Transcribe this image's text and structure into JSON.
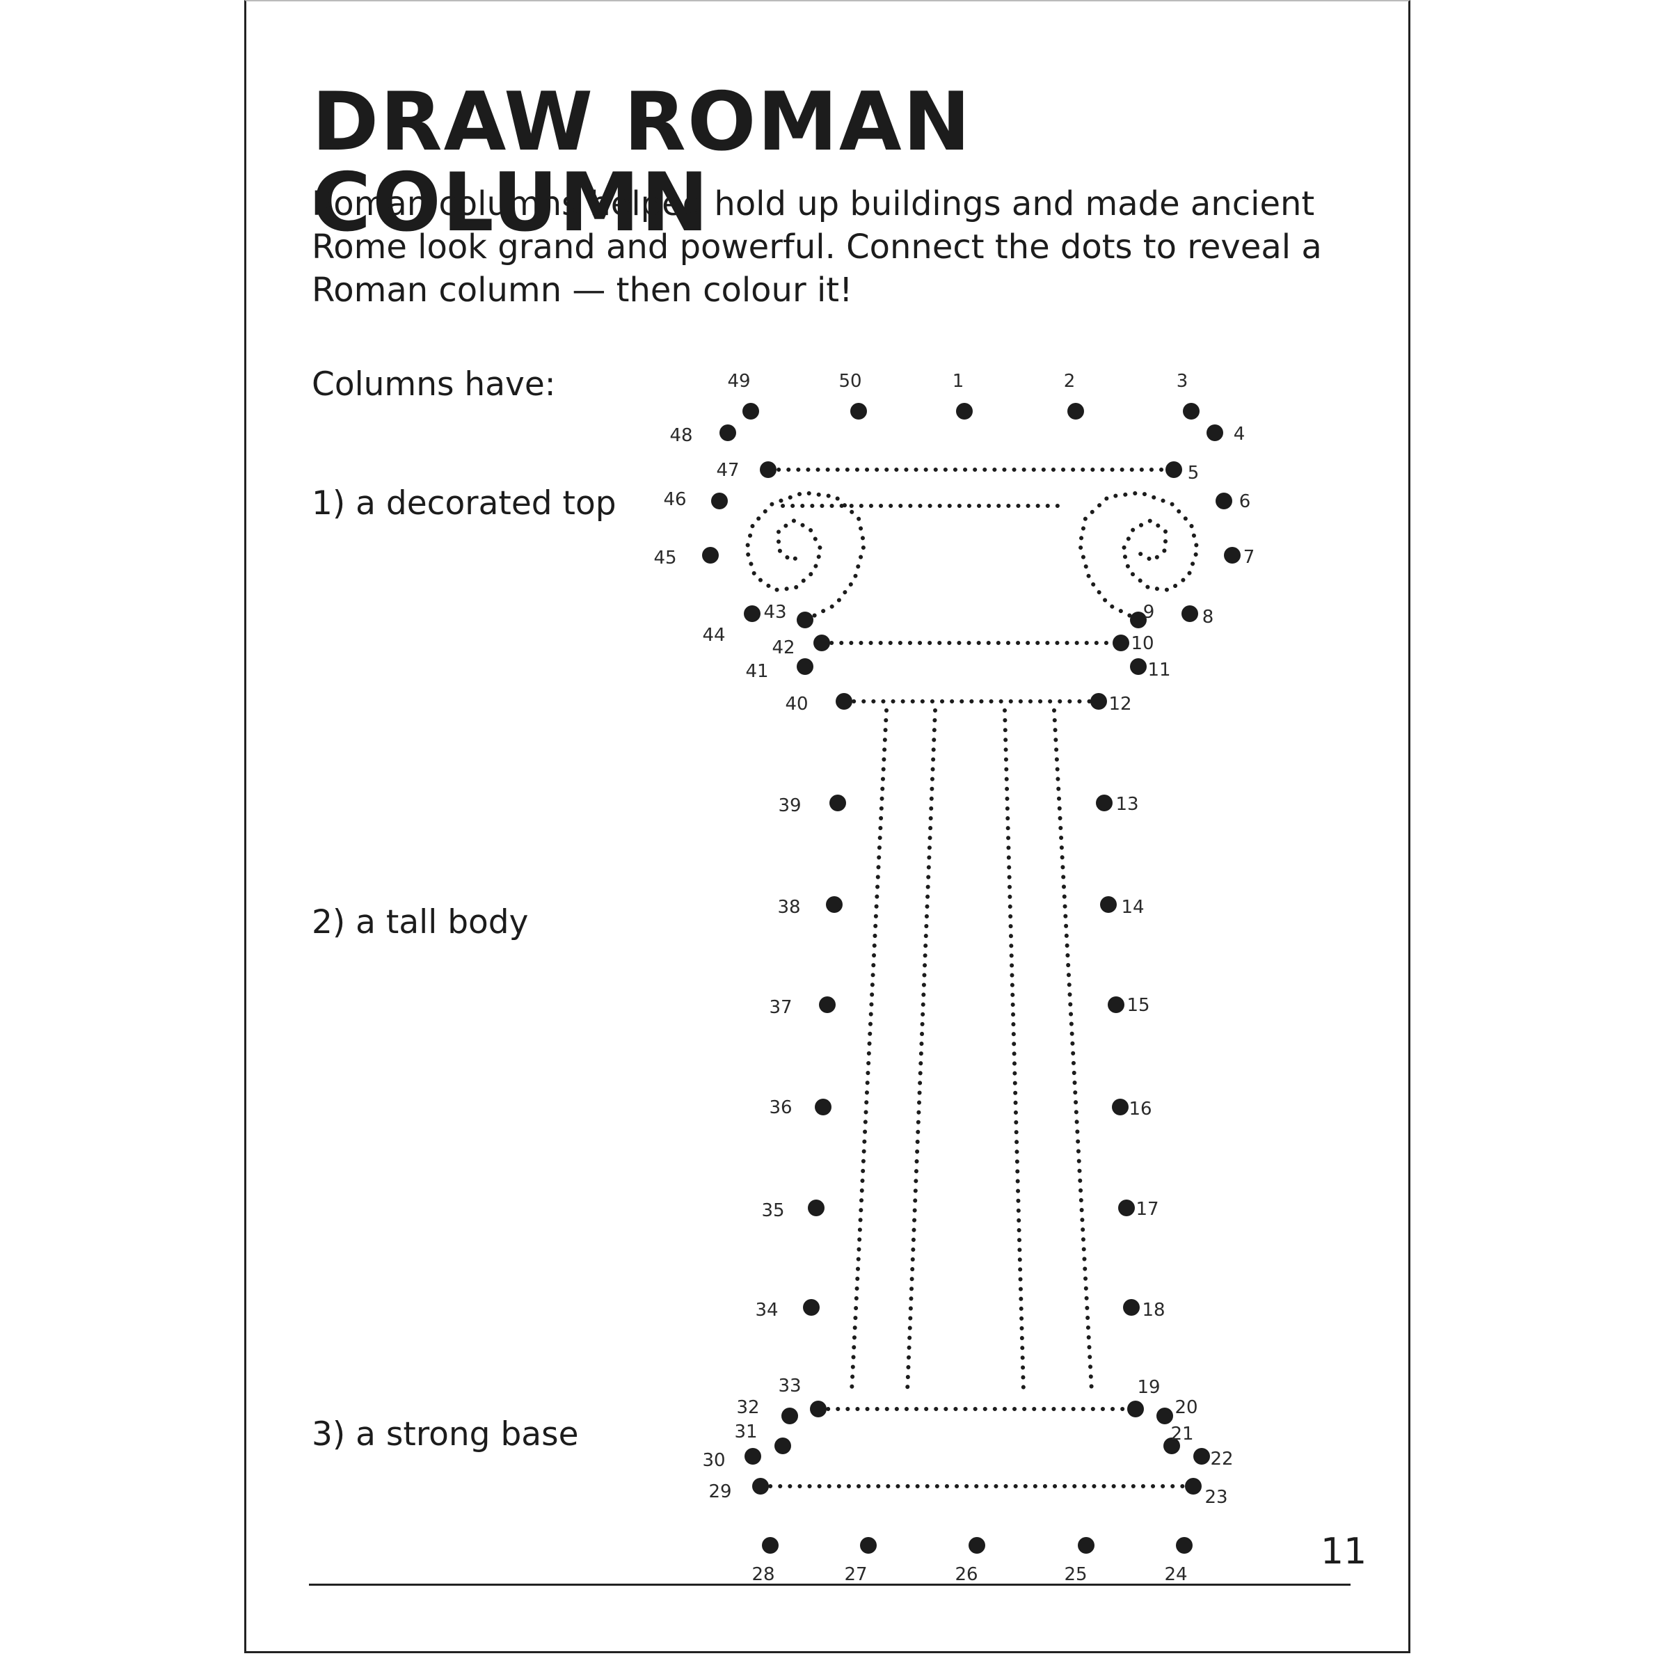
{
  "title": "DRAW ROMAN COLUMN",
  "intro": "Roman columns helped hold up buildings and made ancient Rome look grand and powerful. Connect the dots to reveal a Roman column — then colour it!",
  "lead": "Columns have:",
  "features": [
    "1) a decorated top",
    "2) a tall body",
    "3) a strong base"
  ],
  "page_number": "11",
  "dots": [
    {
      "n": "1"
    },
    {
      "n": "2"
    },
    {
      "n": "3"
    },
    {
      "n": "4"
    },
    {
      "n": "5"
    },
    {
      "n": "6"
    },
    {
      "n": "7"
    },
    {
      "n": "8"
    },
    {
      "n": "9"
    },
    {
      "n": "10"
    },
    {
      "n": "11"
    },
    {
      "n": "12"
    },
    {
      "n": "13"
    },
    {
      "n": "14"
    },
    {
      "n": "15"
    },
    {
      "n": "16"
    },
    {
      "n": "17"
    },
    {
      "n": "18"
    },
    {
      "n": "19"
    },
    {
      "n": "20"
    },
    {
      "n": "21"
    },
    {
      "n": "22"
    },
    {
      "n": "23"
    },
    {
      "n": "24"
    },
    {
      "n": "25"
    },
    {
      "n": "26"
    },
    {
      "n": "27"
    },
    {
      "n": "28"
    },
    {
      "n": "29"
    },
    {
      "n": "30"
    },
    {
      "n": "31"
    },
    {
      "n": "32"
    },
    {
      "n": "33"
    },
    {
      "n": "34"
    },
    {
      "n": "35"
    },
    {
      "n": "36"
    },
    {
      "n": "37"
    },
    {
      "n": "38"
    },
    {
      "n": "39"
    },
    {
      "n": "40"
    },
    {
      "n": "41"
    },
    {
      "n": "42"
    },
    {
      "n": "43"
    },
    {
      "n": "44"
    },
    {
      "n": "45"
    },
    {
      "n": "46"
    },
    {
      "n": "47"
    },
    {
      "n": "48"
    },
    {
      "n": "49"
    },
    {
      "n": "50"
    }
  ]
}
